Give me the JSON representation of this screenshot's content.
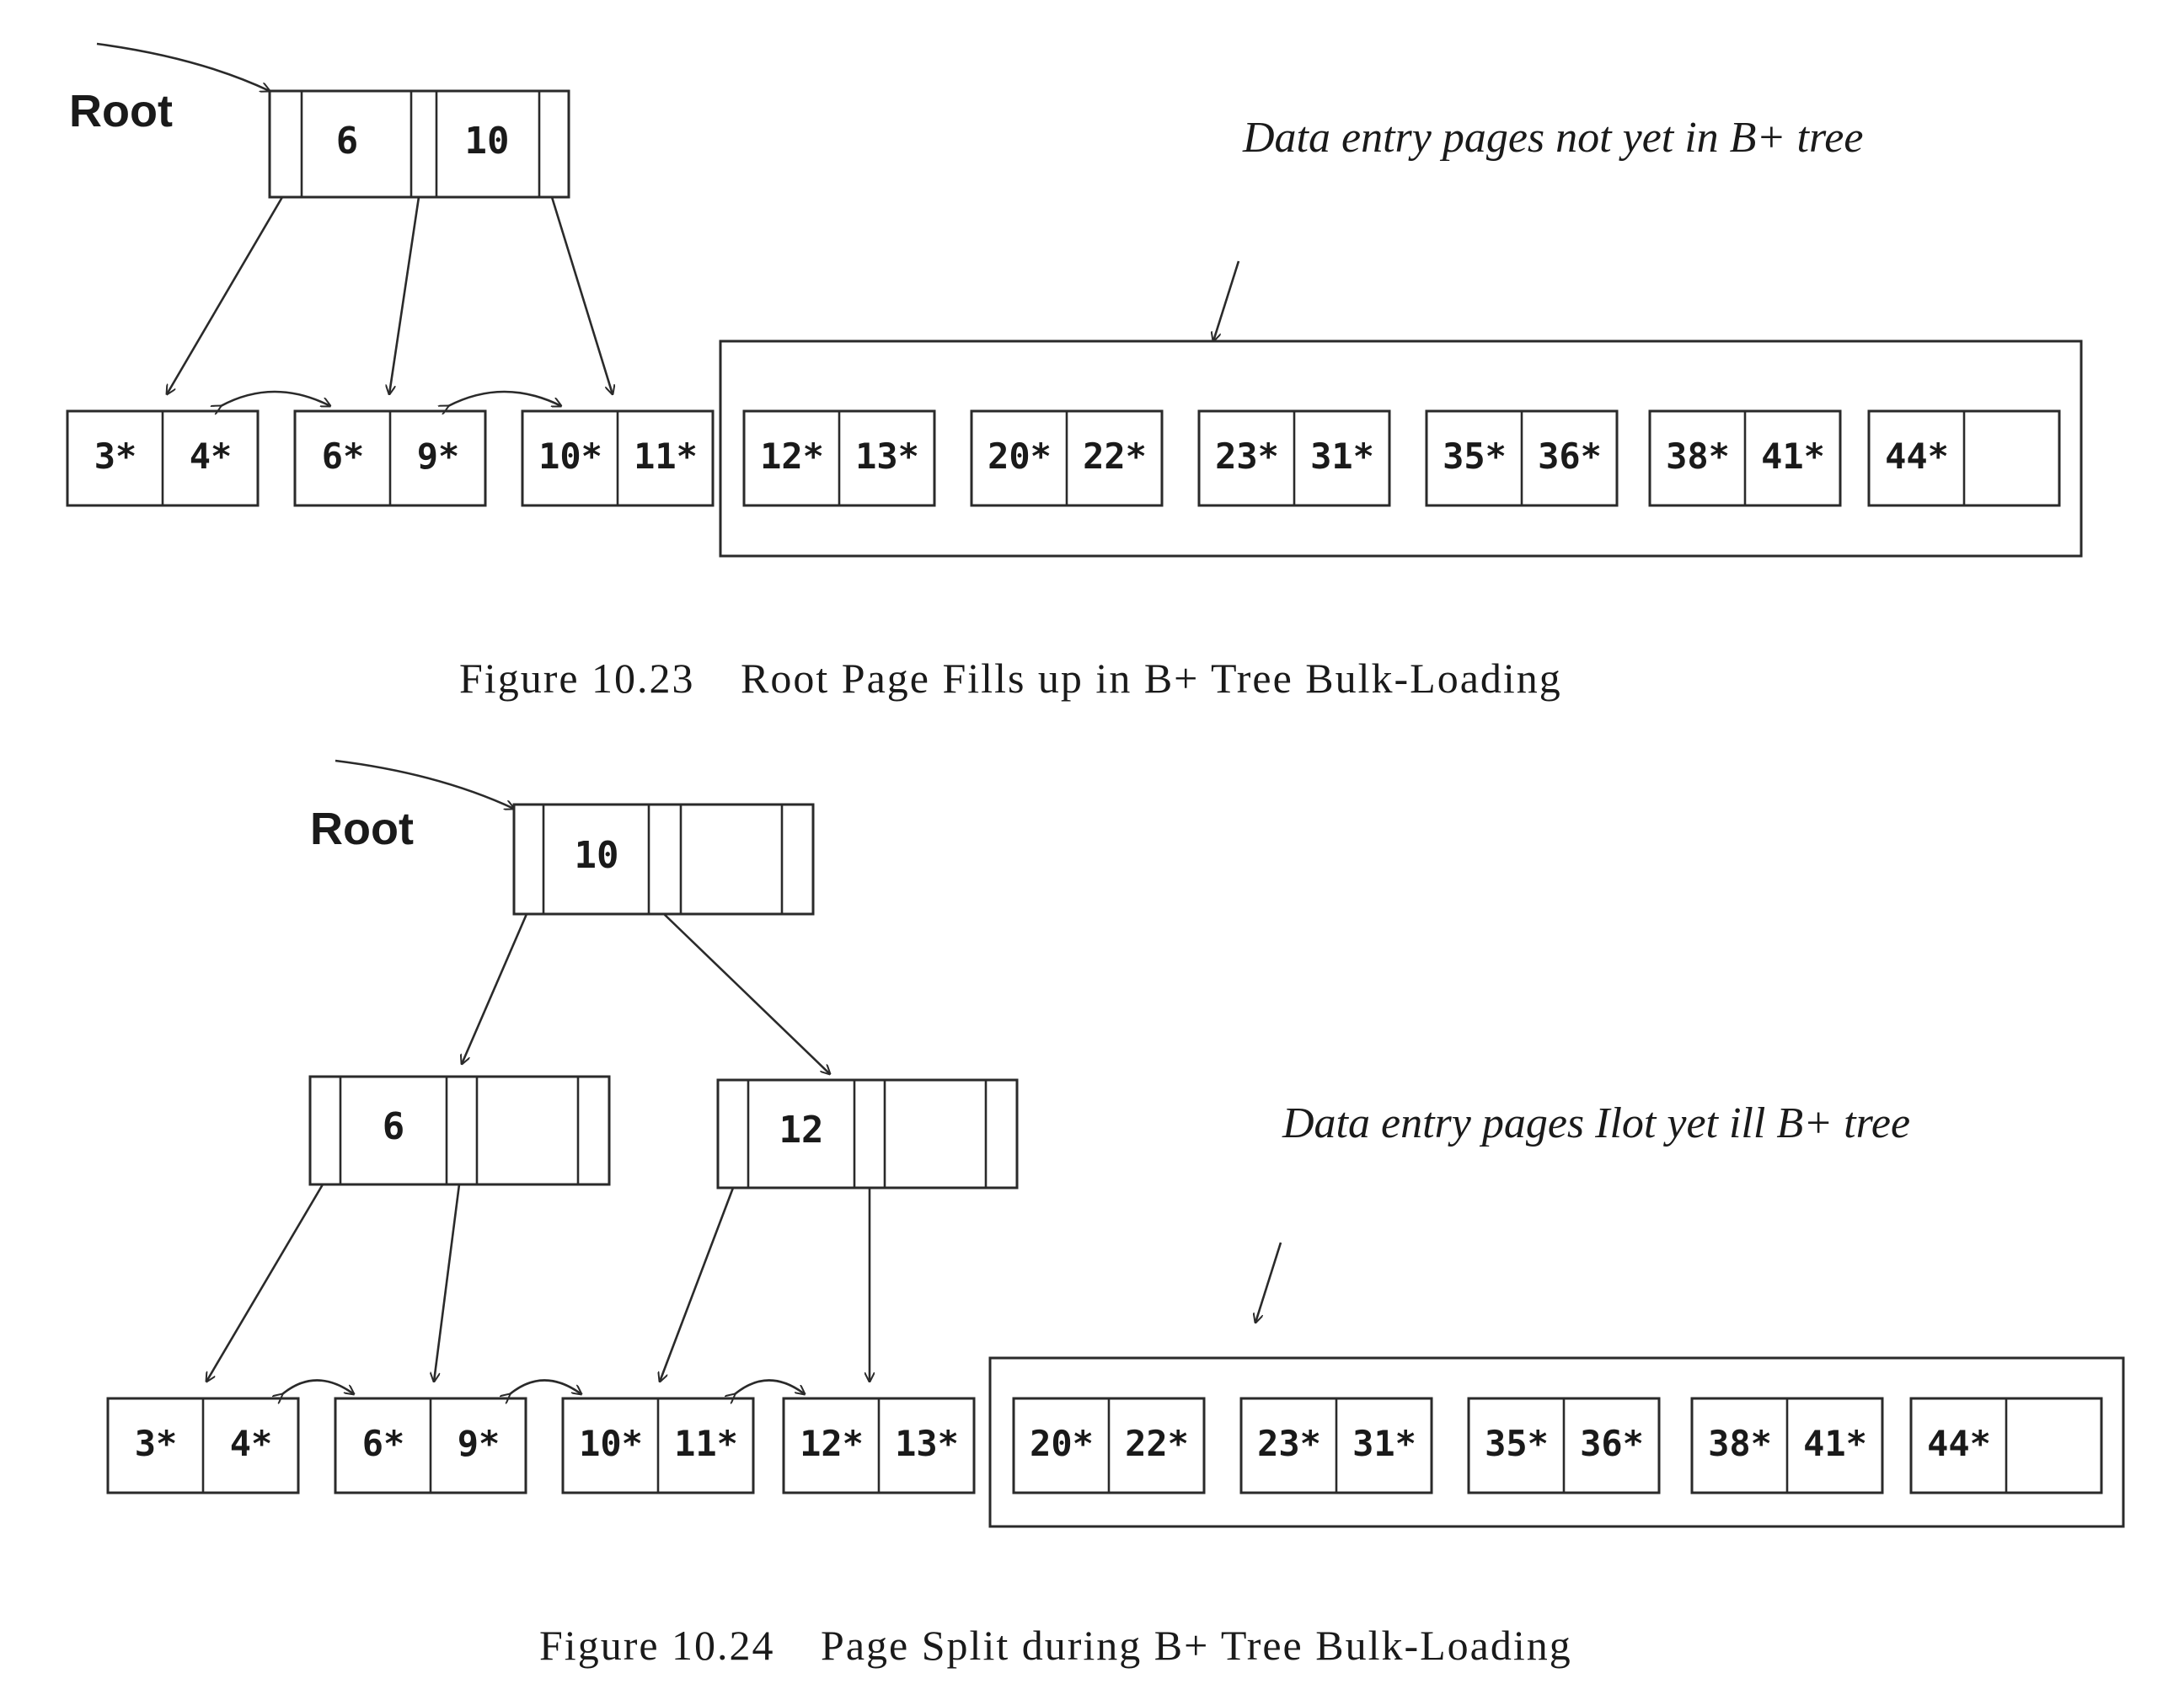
{
  "figures": [
    {
      "caption_number": "Figure 10.23",
      "caption_title": "Root Page Fills up in B+ Tree Bulk-Loading",
      "root_label": "Root",
      "note": "Data entry pages not yet in B+ tree",
      "root_keys": [
        "6",
        "10"
      ],
      "leaves": [
        [
          "3*",
          "4*"
        ],
        [
          "6*",
          "9*"
        ],
        [
          "10*",
          "11*"
        ],
        [
          "12*",
          "13*"
        ],
        [
          "20*",
          "22*"
        ],
        [
          "23*",
          "31*"
        ],
        [
          "35*",
          "36*"
        ],
        [
          "38*",
          "41*"
        ],
        [
          "44*",
          ""
        ]
      ],
      "leaves_in_tree": 3
    },
    {
      "caption_number": "Figure 10.24",
      "caption_title": "Page Split during B+ Tree Bulk-Loading",
      "root_label": "Root",
      "note": "Data entry pages Ilot yet ill B+ tree",
      "root_keys": [
        "10",
        ""
      ],
      "internal_nodes": [
        [
          "6",
          ""
        ],
        [
          "12",
          ""
        ]
      ],
      "leaves": [
        [
          "3*",
          "4*"
        ],
        [
          "6*",
          "9*"
        ],
        [
          "10*",
          "11*"
        ],
        [
          "12*",
          "13*"
        ],
        [
          "20*",
          "22*"
        ],
        [
          "23*",
          "31*"
        ],
        [
          "35*",
          "36*"
        ],
        [
          "38*",
          "41*"
        ],
        [
          "44*",
          ""
        ]
      ],
      "leaves_in_tree": 4
    }
  ],
  "colors": {
    "ink": "#1a1a1a",
    "background": "#ffffff"
  }
}
